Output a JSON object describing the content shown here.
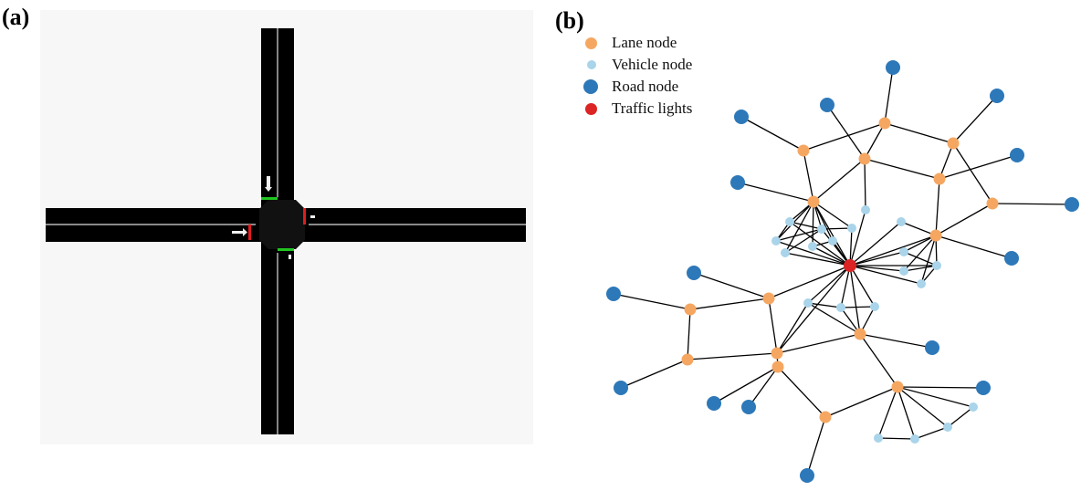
{
  "panel_a": {
    "label": "(a)"
  },
  "panel_b": {
    "label": "(b)"
  },
  "legend": [
    {
      "label": "Lane node",
      "color": "#f5a762",
      "kind": "lane"
    },
    {
      "label": "Vehicle node",
      "color": "#a9d4ea",
      "kind": "vehicle"
    },
    {
      "label": "Road node",
      "color": "#2d78b8",
      "kind": "road"
    },
    {
      "label": "Traffic lights",
      "color": "#dc2424",
      "kind": "light"
    }
  ],
  "colors": {
    "road": "#000000",
    "lane_line": "#dcdcdc",
    "signal_green": "#21c421",
    "signal_red": "#e01e1e",
    "edge": "#000000"
  }
}
